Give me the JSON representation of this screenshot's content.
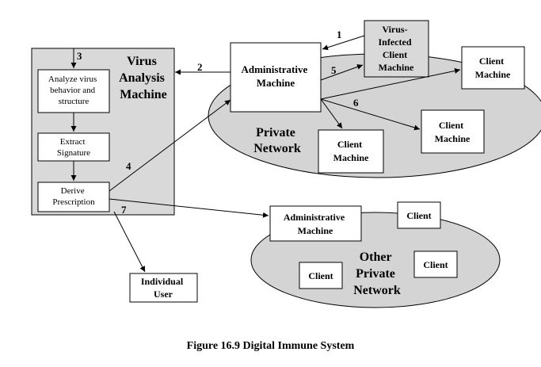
{
  "caption": "Figure 16.9  Digital Immune System",
  "virus_analysis_machine": {
    "title": [
      "Virus",
      "Analysis",
      "Machine"
    ],
    "steps": [
      [
        "Analyze virus",
        "behavior and",
        "structure"
      ],
      [
        "Extract",
        "Signature"
      ],
      [
        "Derive",
        "Prescription"
      ]
    ]
  },
  "private_network": {
    "label": [
      "Private",
      "Network"
    ],
    "admin": [
      "Administrative",
      "Machine"
    ],
    "infected": [
      "Virus-",
      "Infected",
      "Client",
      "Machine"
    ],
    "clients": [
      [
        "Client",
        "Machine"
      ],
      [
        "Client",
        "Machine"
      ],
      [
        "Client",
        "Machine"
      ]
    ]
  },
  "other_network": {
    "label": [
      "Other",
      "Private",
      "Network"
    ],
    "admin": [
      "Administrative",
      "Machine"
    ],
    "clients": [
      "Client",
      "Client",
      "Client"
    ]
  },
  "individual_user": [
    "Individual",
    "User"
  ],
  "step_numbers": [
    "1",
    "2",
    "3",
    "4",
    "5",
    "6",
    "7"
  ]
}
